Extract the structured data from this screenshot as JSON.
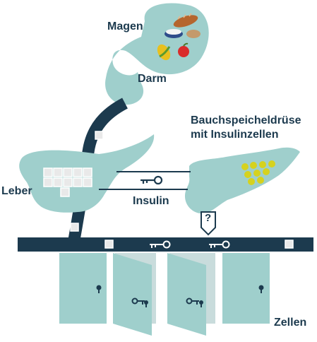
{
  "labels": {
    "stomach": "Magen",
    "intestine": "Darm",
    "pancreas_line1": "Bauchspeicheldrüse",
    "pancreas_line2": "mit Insulinzellen",
    "liver": "Leber",
    "insulin": "Insulin",
    "question": "?",
    "cells": "Zellen"
  },
  "colors": {
    "organ": "#9fcfcc",
    "navy": "#1c3a4e",
    "door": "#9fcfcc",
    "door_shadow": "#c9dcdc",
    "glucose": "#e9e9e9",
    "insulin_cell": "#d6d21e",
    "white": "#ffffff"
  },
  "icons": {
    "food": "food-icon",
    "key": "key-icon",
    "keyhole": "keyhole-icon",
    "sugar": "sugar-cube-icon"
  }
}
